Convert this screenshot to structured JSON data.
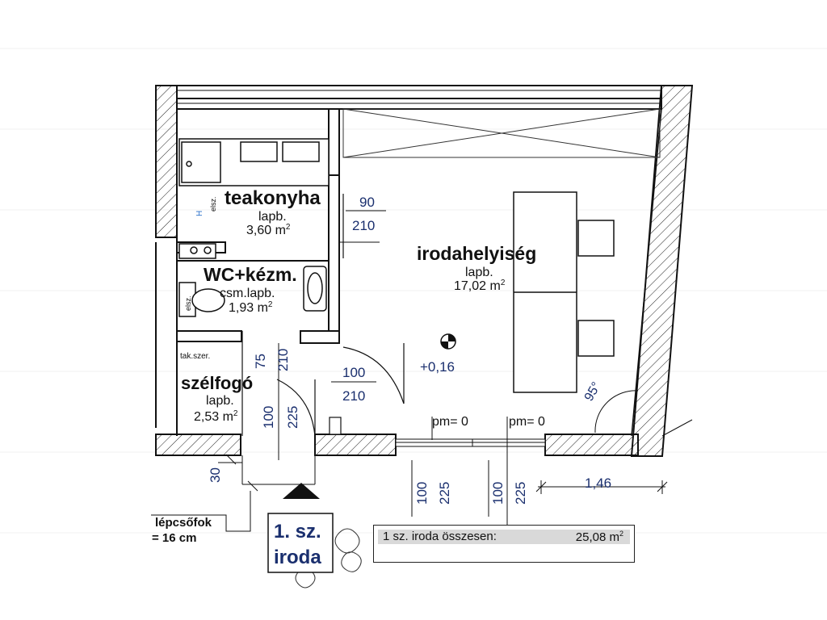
{
  "rooms": {
    "teakonyha": {
      "name": "teakonyha",
      "floor": "lapb.",
      "area": "3,60 m",
      "sup": "2"
    },
    "iroda": {
      "name": "irodahelyiség",
      "floor": "lapb.",
      "area": "17,02 m",
      "sup": "2"
    },
    "wc": {
      "name": "WC+kézm.",
      "floor": "csm.lapb.",
      "area": "1,93 m",
      "sup": "2"
    },
    "szelfogo": {
      "name": "szélfogó",
      "floor": "lapb.",
      "area": "2,53 m",
      "sup": "2"
    }
  },
  "labels": {
    "taksz": "tak.szer.",
    "elsz1": "elsz.",
    "elsz2": "elsz.",
    "h_mark": "H",
    "level": "+0,16",
    "pm1": "pm= 0",
    "pm2": "pm= 0",
    "angle": "95°",
    "stair1": "lépcsőfok",
    "stair2": "= 16 cm"
  },
  "dimensions": {
    "door_kitchen_w": "90",
    "door_kitchen_h": "210",
    "door_main_w": "100",
    "door_main_h": "210",
    "door_wc_w": "75",
    "door_wc_h": "210",
    "entry_w": "100",
    "entry_h": "225",
    "win1_w": "100",
    "win1_h": "225",
    "win2_w": "100",
    "win2_h": "225",
    "step": "30",
    "dim_146": "1,46"
  },
  "badge": {
    "line1": "1. sz.",
    "line2": "iroda"
  },
  "summary": {
    "label": "1 sz. iroda összesen:",
    "value": "25,08 m",
    "sup": "2"
  },
  "colors": {
    "walls": "#1a1a1a",
    "dimension_text": "#1a2f6e",
    "summary_fill": "#d9d9d9"
  }
}
